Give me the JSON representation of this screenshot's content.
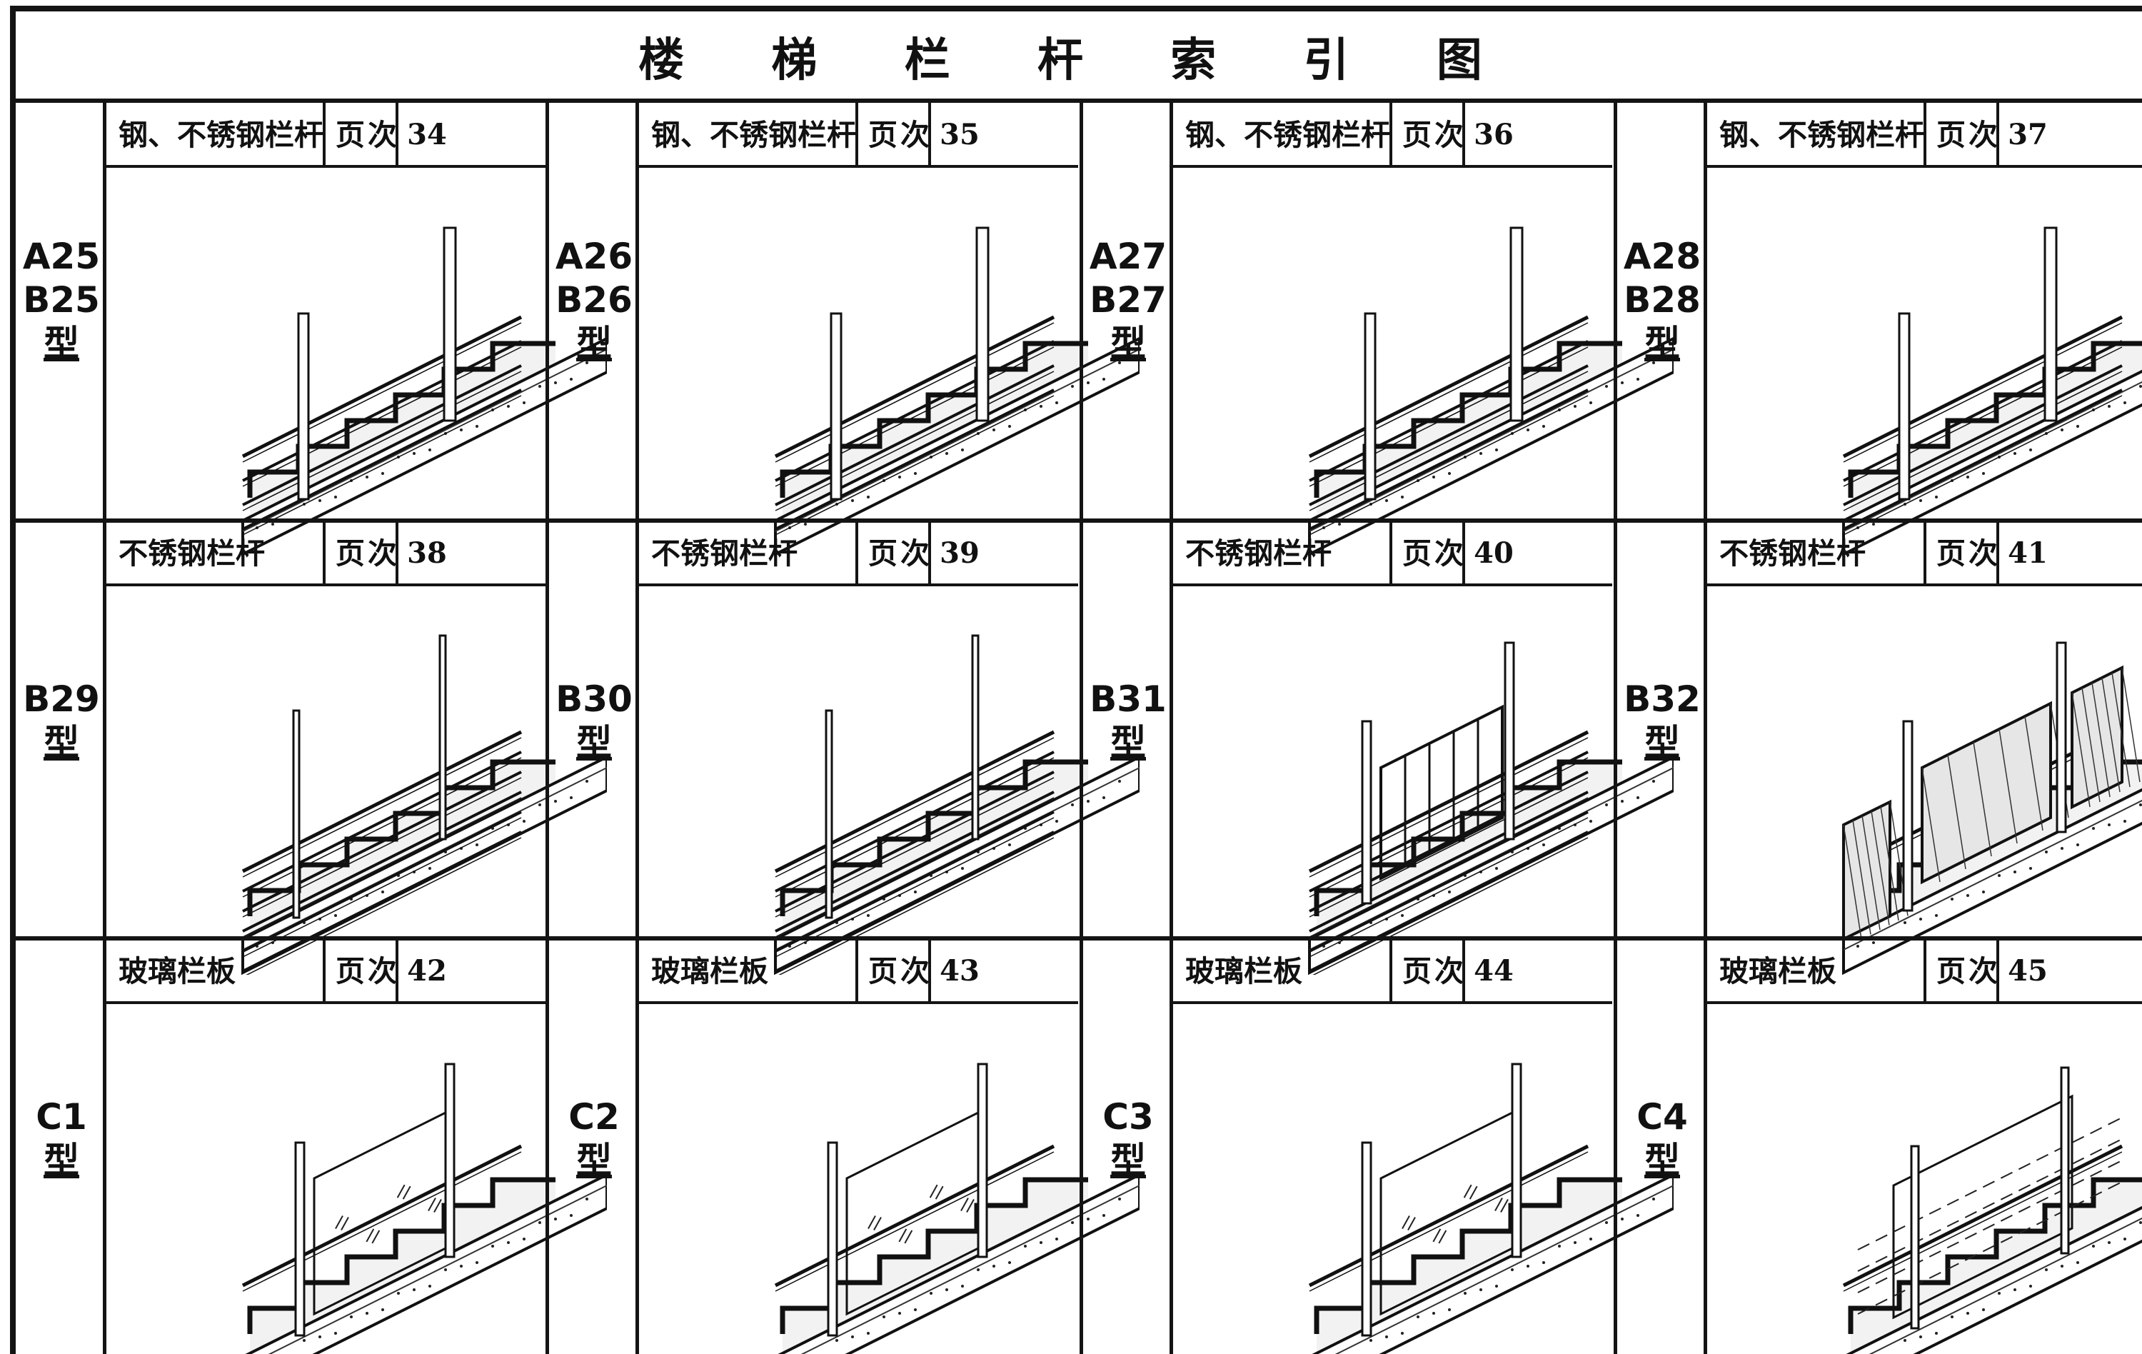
{
  "title": "楼 梯 栏 杆 索 引 图",
  "page_label": "页次",
  "cells": [
    {
      "code": [
        "A25",
        "B25",
        "型"
      ],
      "desc": "钢、不锈钢栏杆",
      "page": "34",
      "style": "rails"
    },
    {
      "code": [
        "A26",
        "B26",
        "型"
      ],
      "desc": "钢、不锈钢栏杆",
      "page": "35",
      "style": "rails"
    },
    {
      "code": [
        "A27",
        "B27",
        "型"
      ],
      "desc": "钢、不锈钢栏杆",
      "page": "36",
      "style": "rails"
    },
    {
      "code": [
        "A28",
        "B28",
        "型"
      ],
      "desc": "钢、不锈钢栏杆",
      "page": "37",
      "style": "rails"
    },
    {
      "code": [
        "B29",
        "型"
      ],
      "desc": "不锈钢栏杆",
      "page": "38",
      "style": "cables"
    },
    {
      "code": [
        "B30",
        "型"
      ],
      "desc": "不锈钢栏杆",
      "page": "39",
      "style": "cables"
    },
    {
      "code": [
        "B31",
        "型"
      ],
      "desc": "不锈钢栏杆",
      "page": "40",
      "style": "grid"
    },
    {
      "code": [
        "B32",
        "型"
      ],
      "desc": "不锈钢栏杆",
      "page": "41",
      "style": "mesh"
    },
    {
      "code": [
        "C1",
        "型"
      ],
      "desc": "玻璃栏板",
      "page": "42",
      "style": "glass"
    },
    {
      "code": [
        "C2",
        "型"
      ],
      "desc": "玻璃栏板",
      "page": "43",
      "style": "glass"
    },
    {
      "code": [
        "C3",
        "型"
      ],
      "desc": "玻璃栏板",
      "page": "44",
      "style": "glass"
    },
    {
      "code": [
        "C4",
        "型"
      ],
      "desc": "玻璃栏板",
      "page": "45",
      "style": "glassframe"
    }
  ]
}
